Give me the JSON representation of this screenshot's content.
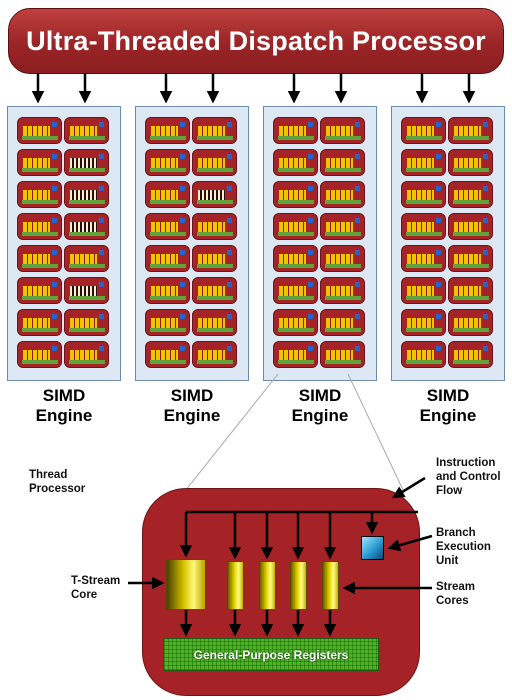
{
  "dispatch_title": "Ultra-Threaded Dispatch Processor",
  "engine_label": "SIMD Engine",
  "engine_label_lines": [
    "SIMD",
    "Engine"
  ],
  "thread_processor_label": [
    "Thread",
    "Processor"
  ],
  "instruction_label": [
    "Instruction",
    "and Control",
    "Flow"
  ],
  "branch_label": [
    "Branch",
    "Execution",
    "Unit"
  ],
  "tstream_label": [
    "T-Stream",
    "Core"
  ],
  "stream_label": [
    "Stream",
    "Cores"
  ],
  "gpr_label": "General-Purpose Registers",
  "engine_count": 4,
  "rows_per_engine": 8,
  "colors": {
    "dispatch": "#9a2426",
    "engine_bg": "#dce8f3",
    "processor": "#a52326",
    "gpr": "#4fb324",
    "core": "#e8d800",
    "branch_unit": "#2a9ad0"
  }
}
